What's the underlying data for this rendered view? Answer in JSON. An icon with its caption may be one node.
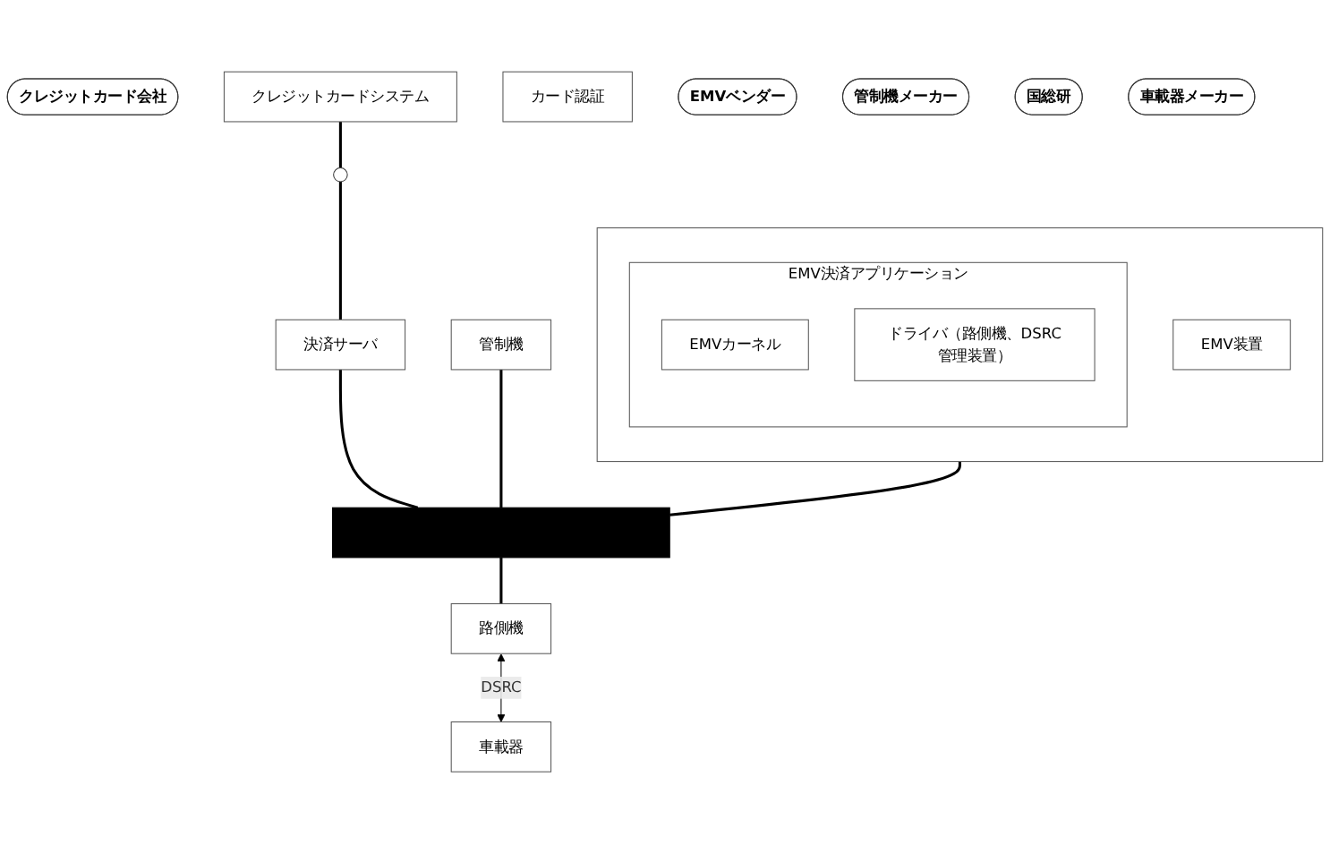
{
  "diagram": {
    "nodes": [
      {
        "text": [
          "クレジットカード会社"
        ]
      },
      {
        "text": [
          "クレジットカードシステム"
        ]
      },
      {
        "text": [
          "カード認証"
        ]
      },
      {
        "text": [],
        "shape": "circle"
      },
      {
        "text": [
          "決済サーバ"
        ]
      },
      {
        "text": [
          "EMVベンダー"
        ]
      },
      {
        "text": [],
        "shape": "box"
      },
      {
        "text": [
          "EMV装置"
        ],
        "in": 6
      },
      {
        "text": [
          "EMV決済アプリケーション"
        ],
        "in": 6
      },
      {
        "text": [
          "EMVカーネル"
        ],
        "in": 8
      },
      {
        "text": [
          "ドライバ（路側機、DSRC管理装置）"
        ],
        "in": 8
      },
      {
        "text": [
          "管制機メーカー"
        ]
      },
      {
        "text": [
          "管制機"
        ]
      },
      {
        "text": [],
        "shape": "bar"
      },
      {
        "text": [
          "路側機"
        ]
      },
      {
        "text": [
          "車載器"
        ]
      },
      {
        "text": [
          "国総研"
        ]
      },
      {
        "text": [
          "車載器メーカー"
        ]
      }
    ],
    "edges": [
      {
        "from": 1,
        "to": 3,
        "arrow": "none"
      },
      {
        "from": 3,
        "to": 4,
        "arrow": "none"
      },
      {
        "from": 4,
        "to": 13,
        "arrow": "none"
      },
      {
        "from": 6,
        "to": 13,
        "arrow": "none"
      },
      {
        "from": 12,
        "to": 13,
        "arrow": "none"
      },
      {
        "from": 13,
        "to": 14,
        "arrow": "none"
      },
      {
        "from": 14,
        "to": 15,
        "arrow": "both",
        "label": "DSRC"
      }
    ]
  }
}
